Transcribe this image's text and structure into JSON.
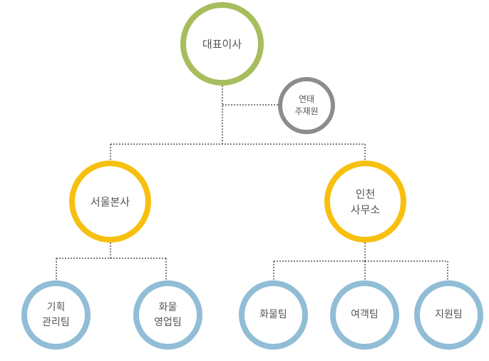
{
  "nodes": {
    "ceo": "대표이사",
    "auditor": "연태\n주재원",
    "seoul_hq": "서울본사",
    "incheon_office": "인천\n사무소",
    "planning_team": "기획\n관리팀",
    "cargo_sales_team": "화물\n영업팀",
    "cargo_team": "화물팀",
    "travel_team": "여객팀",
    "support_team": "지원팀"
  },
  "colors": {
    "ceo_ring": "#a8bd5e",
    "auditor_ring": "#8c8c8c",
    "branch_ring": "#f7c00f",
    "team_ring": "#91bdd6",
    "connector": "#555555",
    "text": "#555555"
  }
}
